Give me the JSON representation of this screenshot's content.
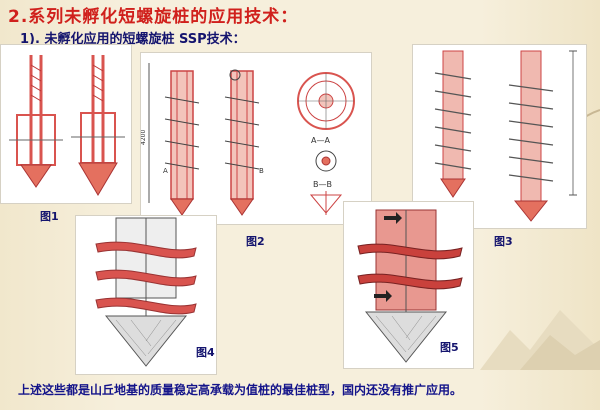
{
  "slide": {
    "title": "2.系列未孵化短螺旋桩的应用技术：",
    "subtitle": "1). 未孵化应用的短螺旋桩  SSP技术：",
    "footer": "上述这些都是山丘地基的质量稳定高承载为值桩的最佳桩型，国内还没有推广应用。"
  },
  "figures": {
    "fig1": {
      "label": "图1"
    },
    "fig2": {
      "label": "图2",
      "annotations": {
        "section_aa": "A—A",
        "section_bb": "B—B",
        "mark_a": "A",
        "mark_b": "B",
        "dim_left": "4200"
      }
    },
    "fig3": {
      "label": "图3"
    },
    "fig4": {
      "label": "图4"
    },
    "fig5": {
      "label": "图5"
    }
  },
  "colors": {
    "title": "#d0201c",
    "text": "#14146e",
    "helix": "#d9544f",
    "shaft": "#e8a9a0",
    "line": "#444444"
  }
}
